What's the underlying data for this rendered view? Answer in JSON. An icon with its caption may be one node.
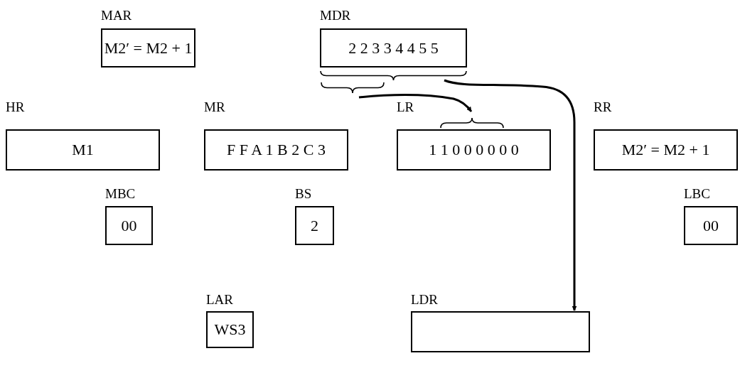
{
  "diagram": {
    "nodes": [
      {
        "text": [
          "MAR",
          "M2′ = M2 + 1"
        ]
      },
      {
        "text": [
          "MDR",
          "2 2 3 3 4 4 5 5"
        ]
      },
      {
        "text": [
          "HR",
          "M1"
        ]
      },
      {
        "text": [
          "MR",
          "F F A 1 B 2 C 3"
        ]
      },
      {
        "text": [
          "LR",
          "1 1 0 0 0 0 0 0"
        ]
      },
      {
        "text": [
          "RR",
          "M2′ = M2 + 1"
        ]
      },
      {
        "text": [
          "MBC",
          "00"
        ]
      },
      {
        "text": [
          "BS",
          "2"
        ]
      },
      {
        "text": [
          "LBC",
          "00"
        ]
      },
      {
        "text": [
          "LAR",
          "WS3"
        ]
      },
      {
        "text": [
          "LDR"
        ]
      }
    ],
    "edges": [
      {
        "from": 1,
        "to": 4,
        "arrow": "to"
      },
      {
        "from": 1,
        "to": 10,
        "arrow": "to"
      }
    ]
  }
}
